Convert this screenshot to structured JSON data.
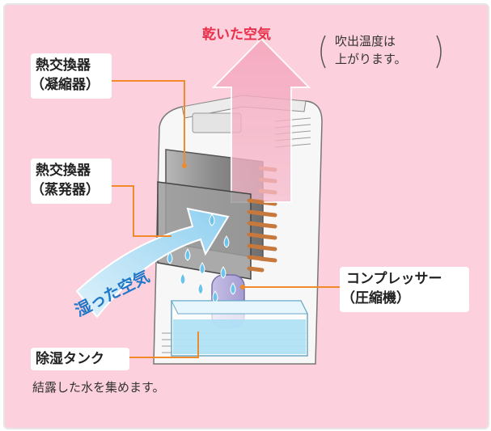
{
  "labels": {
    "condenser_line1": "熱交換器",
    "condenser_line2": "（凝縮器）",
    "evaporator_line1": "熱交換器",
    "evaporator_line2": "（蒸発器）",
    "compressor_line1": "コンプレッサー",
    "compressor_line2": "（圧縮機）",
    "tank": "除湿タンク",
    "tank_note": "結露した水を集めます。",
    "dry_air": "乾いた空気",
    "outlet_note_line1": "吹出温度は",
    "outlet_note_line2": "上がります。",
    "humid_air": "湿った空気"
  },
  "colors": {
    "background": "#fcd0dd",
    "leader_line": "#f08a2a",
    "dry_air_text": "#e8304b",
    "humid_air_text": "#1f78c8",
    "water": "#6ec3ea"
  }
}
